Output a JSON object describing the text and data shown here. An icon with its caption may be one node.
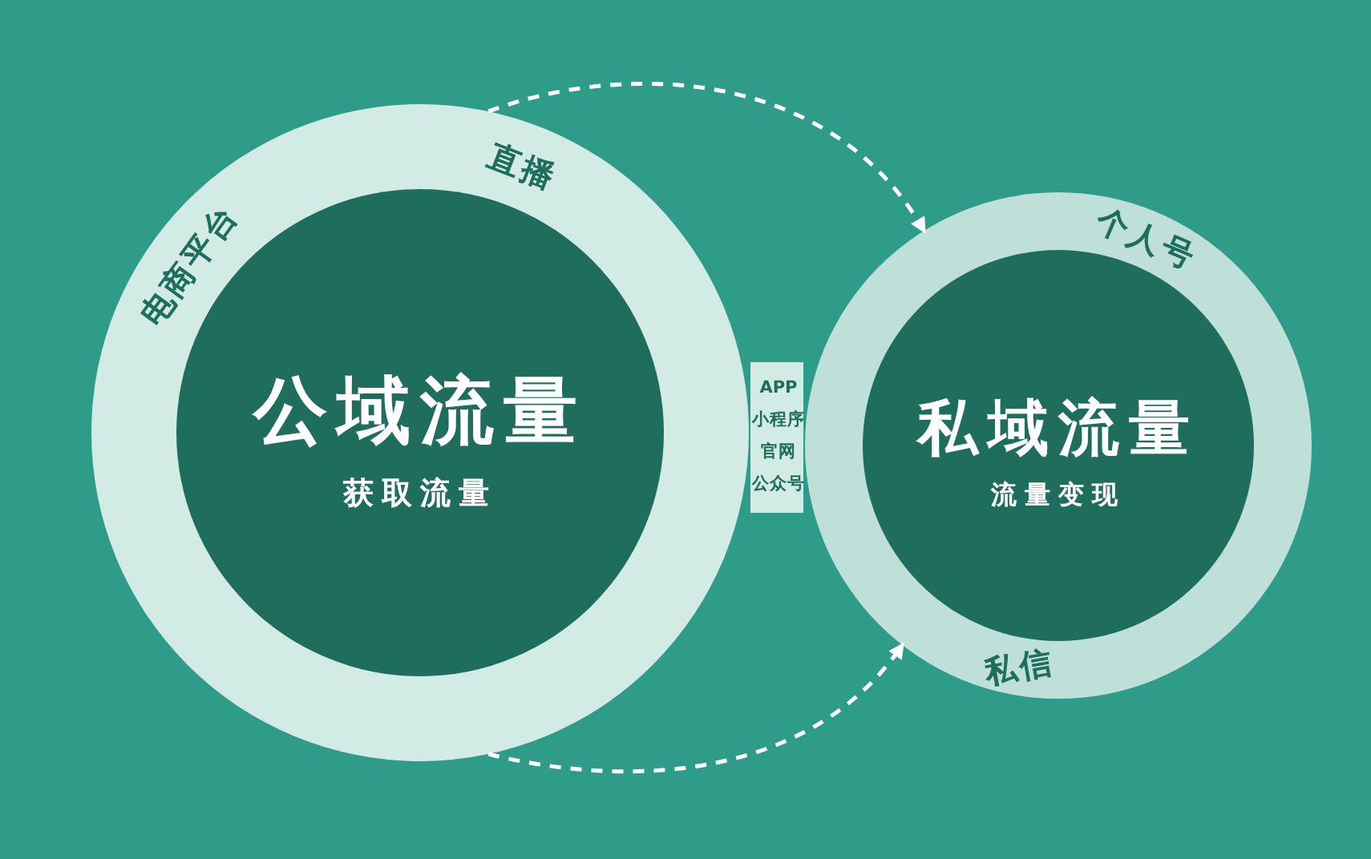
{
  "diagram": {
    "nodes": [
      {
        "text": [
          "公域流量",
          "获取流量"
        ]
      },
      {
        "text": [
          "私域流量",
          "流量变现"
        ]
      }
    ],
    "edges": [
      {
        "from": 0,
        "to": 1,
        "arrow": "to",
        "style": "dashed"
      },
      {
        "from": 0,
        "to": 1,
        "arrow": "to",
        "style": "dashed"
      }
    ],
    "labels": [
      "电商平台",
      "直播",
      "APP",
      "小程序",
      "官网",
      "公众号",
      "个人号",
      "私信"
    ]
  }
}
